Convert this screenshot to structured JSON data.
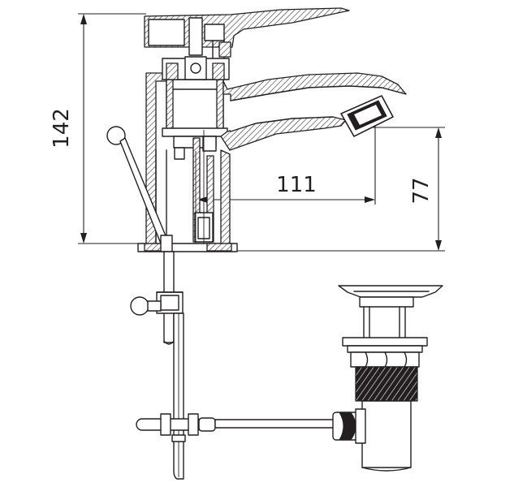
{
  "dimensions": {
    "height_total": "142",
    "spout_reach": "111",
    "spout_height": "77"
  }
}
